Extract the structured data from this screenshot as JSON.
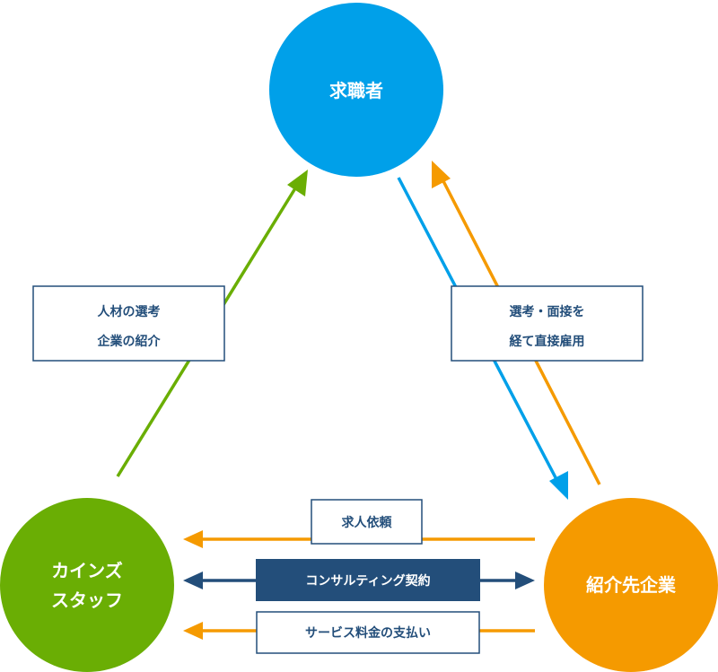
{
  "nodes": {
    "job_seeker": {
      "label": "求職者",
      "color": "#00a0e9"
    },
    "kinz_staff": {
      "lines": [
        "カインズ",
        "スタッフ"
      ],
      "color": "#6aae04"
    },
    "client_company": {
      "label": "紹介先企業",
      "color": "#f59a00"
    }
  },
  "labels": {
    "talent_selection": [
      "人材の選考",
      "企業の紹介"
    ],
    "interview": [
      "選考・面接を",
      "経て直接雇用"
    ],
    "job_request": "求人依頼",
    "consulting_contract": "コンサルティング契約",
    "service_fee": "サービス料金の支払い"
  },
  "colors": {
    "green": "#6aae04",
    "blue": "#00a0e9",
    "orange": "#f59a00",
    "navy": "#234e7a",
    "box_border": "#234e7a",
    "box_text": "#234e7a"
  }
}
